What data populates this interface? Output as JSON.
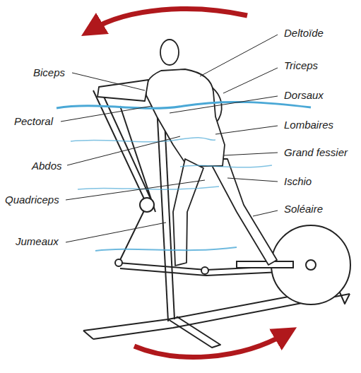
{
  "diagram": {
    "labels": [
      "Deltoïde",
      "Biceps",
      "Triceps",
      "Dorsaux",
      "Pectoral",
      "Lombaires",
      "Abdos",
      "Grand fessier",
      "Ischio",
      "Quadriceps",
      "Soléaire",
      "Jumeaux"
    ]
  }
}
